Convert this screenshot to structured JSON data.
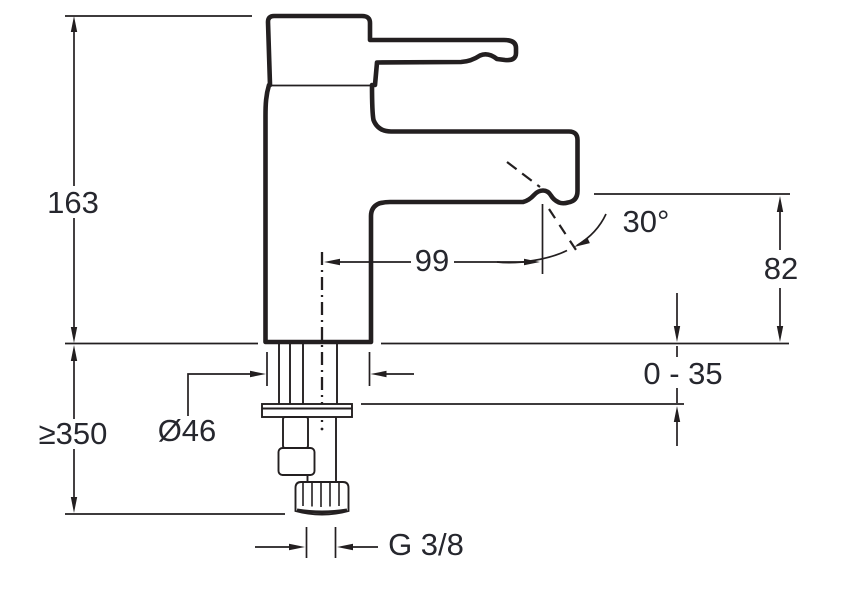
{
  "diagram": {
    "type": "technical-dimension-drawing",
    "subject": "single-lever basin mixer faucet, side elevation with installation dimensions",
    "colors": {
      "background": "#ffffff",
      "line": "#231f20",
      "text": "#26272e"
    },
    "labels": {
      "total_height": "163",
      "min_clearance_below": "≥350",
      "base_diameter": "Ø46",
      "spout_reach": "99",
      "spout_angle": "30°",
      "outlet_height": "82",
      "deck_thickness_range": "0 - 35",
      "thread_size": "G 3/8"
    }
  }
}
